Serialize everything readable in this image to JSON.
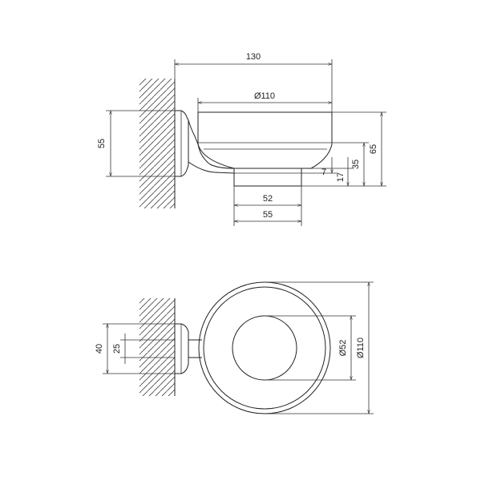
{
  "top_view": {
    "dims": {
      "overall_width": "130",
      "bowl_diameter": "Ø110",
      "wall_height": "55",
      "total_height": "65",
      "bowl_to_base": "35",
      "base_height": "17",
      "base_step": "7",
      "base_inner": "52",
      "base_outer": "55"
    }
  },
  "bottom_view": {
    "dims": {
      "mount_outer": "40",
      "mount_inner": "25",
      "inner_diameter": "Ø52",
      "outer_diameter": "Ø110"
    }
  }
}
